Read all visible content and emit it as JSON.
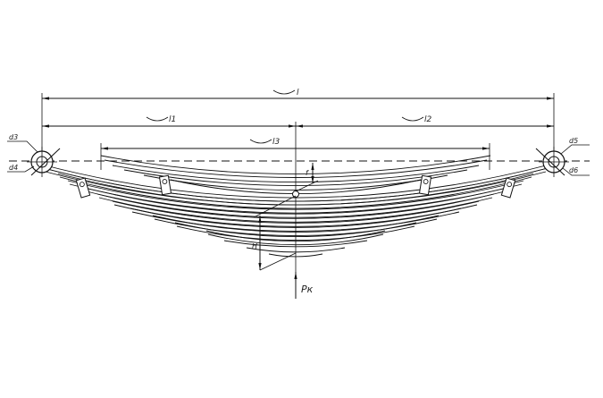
{
  "labels": {
    "total_length": "l",
    "left_length": "l1",
    "right_length": "l2",
    "main_leaf_length": "l3",
    "left_eye_outer": "d3",
    "left_eye_inner": "d4",
    "right_eye_outer": "d5",
    "right_eye_inner": "d6",
    "load": "Pк",
    "camber": "f",
    "height": "H"
  }
}
